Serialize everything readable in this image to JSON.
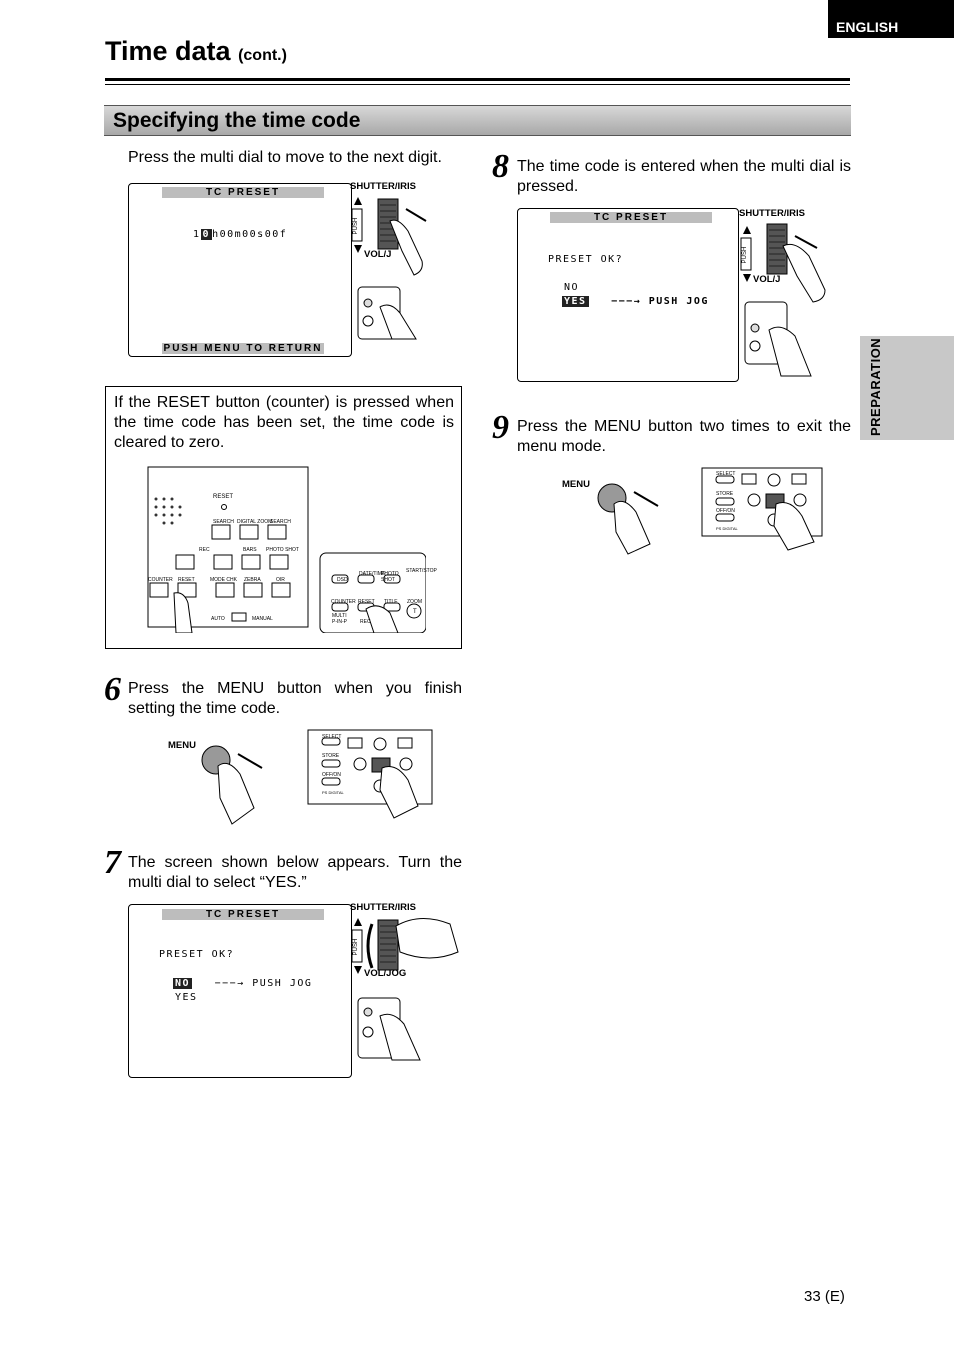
{
  "header": {
    "language": "ENGLISH",
    "title": "Time data",
    "title_suffix": "(cont.)",
    "side_tab": "PREPARATION"
  },
  "section": {
    "title": "Specifying the time code"
  },
  "intro": {
    "text": "Press the multi dial to move to the next digit."
  },
  "screen1": {
    "top_bar": "TC PRESET",
    "tc_prefix": "1",
    "tc_cursor": "0",
    "tc_rest": "h00m00s00f",
    "bottom_bar": "PUSH MENU TO RETURN"
  },
  "dial_labels": {
    "shutter_iris": "SHUTTER/IRIS",
    "push": "PUSH",
    "vol_j": "VOL/J",
    "vol_jog": "VOL/JOG",
    "menu": "MENU"
  },
  "note": {
    "text": "If the RESET button (counter) is pressed when the time code has been set, the time code is cleared to zero.",
    "camera_labels": {
      "reset": "RESET",
      "search_minus": "SEARCH",
      "digital_zoom": "DIGITAL ZOOM",
      "search_plus": "SEARCH",
      "rec": "REC",
      "bars": "BARS",
      "photo_shot": "PHOTO SHOT",
      "counter": "COUNTER",
      "reset2": "RESET",
      "mode_chk": "MODE CHK",
      "zebra": "ZEBRA",
      "oir": "OIR",
      "auto": "AUTO",
      "manual": "MANUAL"
    },
    "remote_labels": {
      "dsd": "DSD",
      "date_time": "DATE/TIME",
      "photo_shot": "PHOTO SHOT",
      "start_stop": "START/STOP",
      "counter": "COUNTER",
      "reset": "RESET",
      "title": "TITLE",
      "zoom": "ZOOM",
      "multi_pinp": "MULTI P-IN-P",
      "rec": "REC",
      "t": "T"
    }
  },
  "step6": {
    "number": "6",
    "text": "Press the MENU button when you finish setting the time code."
  },
  "step7": {
    "number": "7",
    "text": "The screen shown below appears.  Turn the multi dial to select “YES.”",
    "screen": {
      "top_bar": "TC PRESET",
      "question": "PRESET OK?",
      "no": "NO",
      "arrow": "−−−→",
      "push_jog": "PUSH JOG",
      "yes": "YES"
    }
  },
  "step8": {
    "number": "8",
    "text": "The time code is entered when the multi dial is pressed.",
    "screen": {
      "top_bar": "TC PRESET",
      "question": "PRESET OK?",
      "no": "NO",
      "yes": "YES",
      "arrow": "−−−→",
      "push_jog": "PUSH JOG"
    }
  },
  "step9": {
    "number": "9",
    "text": "Press the MENU button two times to exit the menu mode."
  },
  "remote_small_labels": {
    "select": "SELECT",
    "store": "STORE",
    "off_on": "OFF/ON",
    "ps_digital": "PS DIGITAL"
  },
  "footer": {
    "page": "33 (E)"
  }
}
